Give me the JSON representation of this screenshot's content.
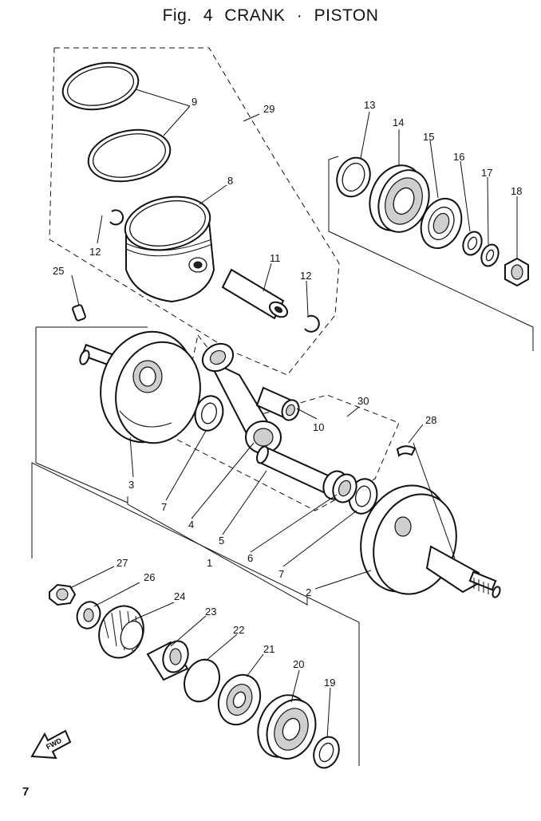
{
  "title": "Fig. 4   CRANK · PISTON",
  "page_number": "7",
  "fwd_label": "FWD",
  "callouts": {
    "c1": "1",
    "c2": "2",
    "c3": "3",
    "c4": "4",
    "c5": "5",
    "c6": "6",
    "c7a": "7",
    "c7b": "7",
    "c8": "8",
    "c9": "9",
    "c10": "10",
    "c11": "11",
    "c12a": "12",
    "c12b": "12",
    "c13": "13",
    "c14": "14",
    "c15": "15",
    "c16": "16",
    "c17": "17",
    "c18": "18",
    "c19": "19",
    "c20": "20",
    "c21": "21",
    "c22": "22",
    "c23": "23",
    "c24": "24",
    "c25": "25",
    "c26": "26",
    "c27": "27",
    "c28": "28",
    "c29": "29",
    "c30": "30"
  }
}
